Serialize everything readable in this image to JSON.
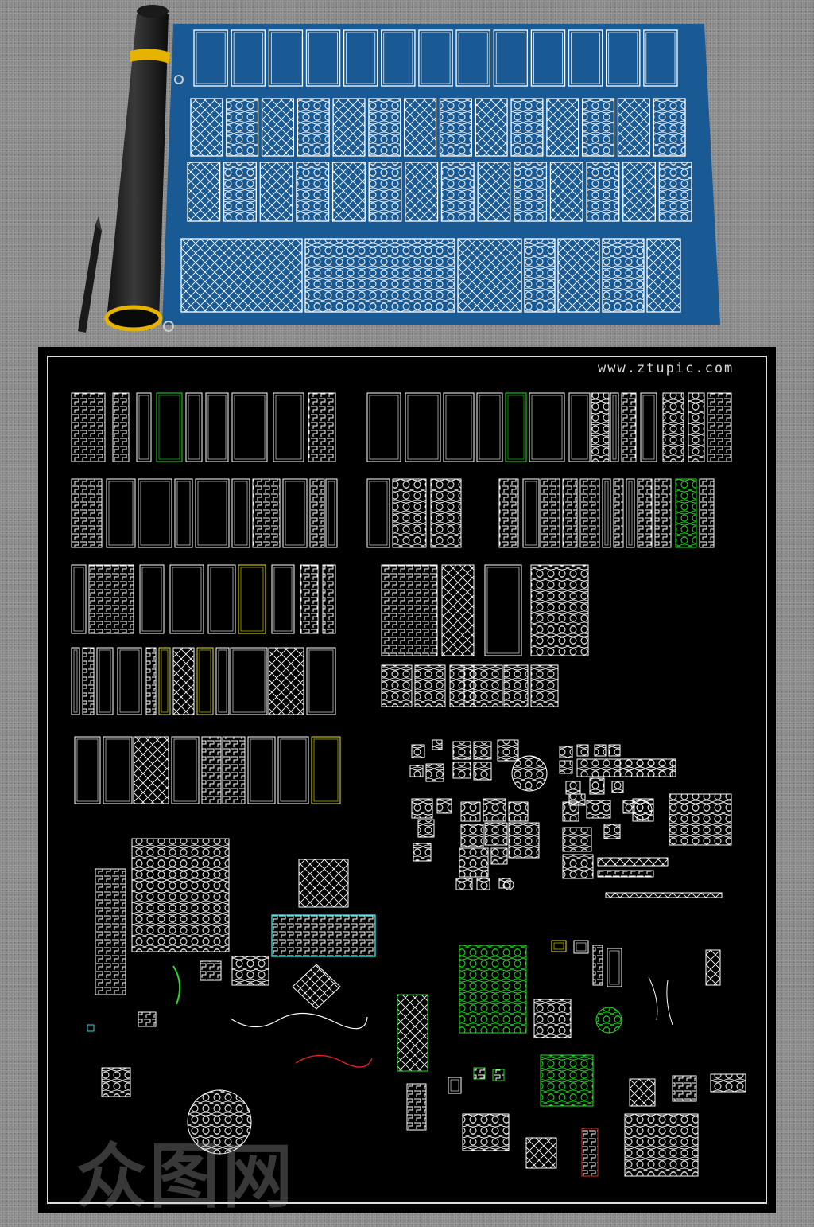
{
  "watermark": {
    "url": "www.ztupic.com",
    "logo": "众图网"
  },
  "scroll": {
    "background": "#1a5a94",
    "rows": [
      {
        "count": 13,
        "style": "plain"
      },
      {
        "count": 14,
        "style": "pattern"
      },
      {
        "count": 14,
        "style": "pattern"
      },
      {
        "count": 7,
        "style": "pattern"
      }
    ]
  },
  "cad": {
    "background": "#000000",
    "colors": {
      "line": "#ffffff",
      "green": "#22dd22",
      "yellow": "#e5e510",
      "cyan": "#22dddd",
      "red": "#dd2222"
    }
  },
  "icons": {
    "roll": "scroll-roller-icon",
    "pen": "pen-icon"
  }
}
